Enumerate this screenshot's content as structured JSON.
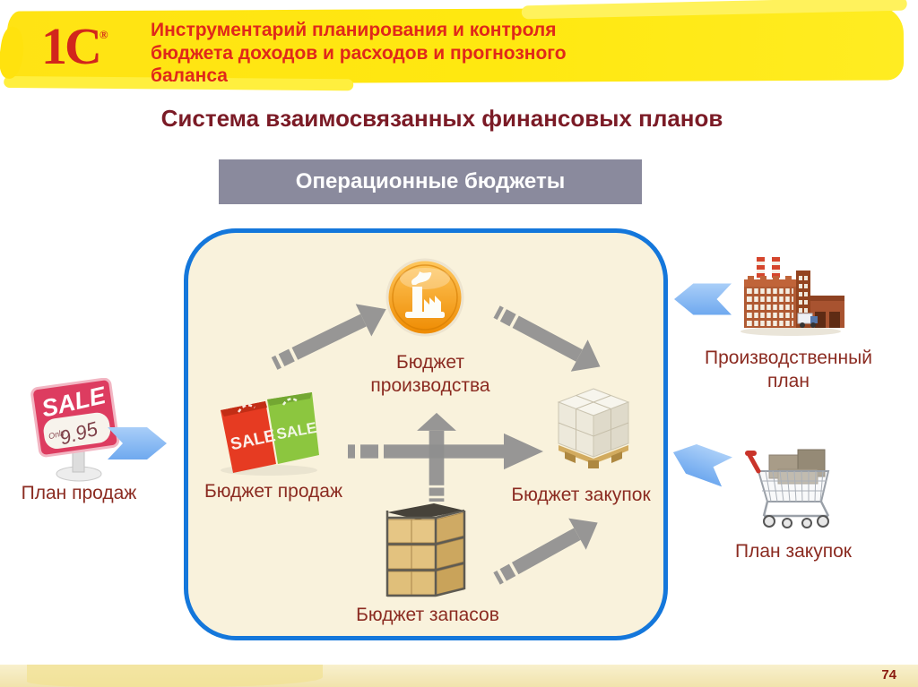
{
  "colors": {
    "header_highlight": "#FFE814",
    "header_text_red": "#E0281A",
    "logo_red": "#D2261C",
    "slide_title_maroon": "#7B1B26",
    "group_band_gray": "#8A8A9D",
    "panel_border_blue": "#1477DB",
    "panel_bg_cream": "#F9F2DC",
    "label_dark_red": "#8B2B21",
    "arrow_gray": "#8F8F8F",
    "arrow_blue": "#7EB5F2",
    "footer_band_yellow": "#F5EAC2"
  },
  "header": {
    "logo_text": "1С",
    "logo_mark": "®",
    "title": "Инструментарий планирования и контроля бюджета доходов и расходов и прогнозного баланса",
    "title_lines": [
      "Инструментарий планирования и контроля",
      "бюджета доходов и расходов и прогнозного",
      "баланса"
    ]
  },
  "slide": {
    "title": "Система взаимосвязанных финансовых планов",
    "group_label": "Операционные бюджеты"
  },
  "diagram": {
    "inner_nodes": [
      {
        "id": "production-budget",
        "label": "Бюджет производства",
        "icon": "factory-badge-icon"
      },
      {
        "id": "sales-budget",
        "label": "Бюджет продаж",
        "icon": "shopping-bags-icon"
      },
      {
        "id": "purchase-budget",
        "label": "Бюджет закупок",
        "icon": "pallet-boxes-icon"
      },
      {
        "id": "stock-budget",
        "label": "Бюджет запасов",
        "icon": "crates-icon"
      }
    ],
    "outer_nodes": [
      {
        "id": "sales-plan",
        "label": "План продаж",
        "icon": "sale-sign-icon"
      },
      {
        "id": "production-plan",
        "label": "Производственный план",
        "icon": "factory-building-icon"
      },
      {
        "id": "purchase-plan",
        "label": "План закупок",
        "icon": "shopping-cart-icon"
      }
    ],
    "icon_texts": {
      "bag_sale": "SALE",
      "sign_sale": "SALE",
      "sign_price_prefix": "Only",
      "sign_price": "9.95"
    },
    "connections": [
      "sales-budget → production-budget",
      "production-budget → purchase-budget",
      "sales-budget → purchase-budget",
      "stock-budget → production-budget",
      "stock-budget → purchase-budget",
      "sales-plan → sales-budget",
      "production-plan → production-budget",
      "purchase-plan → purchase-budget"
    ]
  },
  "footer": {
    "page_number": "74"
  }
}
